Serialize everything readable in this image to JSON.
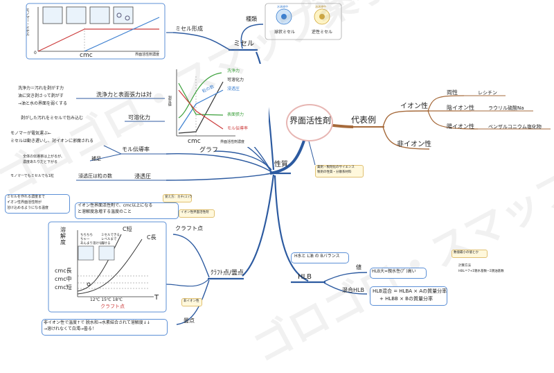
{
  "watermark": "ゴロゴロ・スマップ薬学",
  "root": {
    "label": "界面活性剤"
  },
  "representative": {
    "label": "代表例",
    "ionic": "イオン性",
    "amphoteric": "両性",
    "amphoteric_ex": "レシチン",
    "anionic": "陰イオン性",
    "anionic_ex": "ラウリル硫酸Na",
    "cationic": "陽イオン性",
    "cationic_ex": "ベンザルコニウム塩化物",
    "nonionic": "非イオン性"
  },
  "micelle": {
    "label": "ミセル",
    "types_label": "種類",
    "formation_label": "ミセル形成",
    "spherical": "球状ミセル",
    "reverse": "逆性ミセル",
    "graph_xlabel": "cmc",
    "graph_xaxis": "界面活性剤濃度",
    "graph_ylabel": "モノマー・ミセル",
    "graph_origin": "0",
    "spherical_tag": "水溶液中",
    "reverse_tag": "油溶液中"
  },
  "properties": {
    "label": "性質",
    "graph_label": "グラフ",
    "surface_tension_label": "洗浄力と表面張力は対",
    "surface_tension_note": [
      "洗浄力＝汚れを剥がす力",
      "油に突き剥さって剥がす",
      "→油と水の界面を弱くする"
    ],
    "solubilizing_label": "可溶化力",
    "solubilizing_note": "剥がした汚れをミセルで包み込む",
    "molar_cond_label": "モル伝導率",
    "molar_cond_note": [
      "モノマーが電気運ぶ←",
      "ミセルは動き遅いし、対イオンに邪魔される"
    ],
    "supplement_label": "補足",
    "supplement_note": [
      "全体の伝導率は上がるが、",
      "濃度あたりだと下がる"
    ],
    "osmotic_label": "浸透圧",
    "osmotic_note": "浸透圧は粒の数",
    "osmotic_note2": "モノマーでもミセルでも1粒",
    "note_box": [
      "薬剤・製剤化のサイエンス",
      "製剤の性質・分散系材料"
    ],
    "graph": {
      "ylabel": "測定値",
      "xlabel": "cmc",
      "xaxis": "界面活性剤濃度",
      "particles": "粒の数",
      "series": [
        "洗浄力",
        "可溶化力",
        "浸透圧",
        "表面張力",
        "モル伝導率"
      ]
    }
  },
  "krafft": {
    "label": "ｸﾗﾌﾄ点/曇点",
    "krafft_label": "クラフト点",
    "krafft_def": [
      "イオン性界面活性剤で、cmc以上になる",
      "と溶解度急増する温度のこと"
    ],
    "krafft_note": [
      "ミセルを作れる濃度まで",
      "イオン性界面活性剤が",
      "溶け込めるようになる温度"
    ],
    "tag1": "覚え方：カチ(ミ)ラ",
    "tag2": "イオン性界面活性剤",
    "cloud_label": "曇点",
    "cloud_tag": "非イオン性",
    "cloud_def": [
      "非イオン性で温度↑で 脱水和→水素結合されて溶解度↓↓",
      "→溶けれなくて白濁→曇る！"
    ],
    "graph": {
      "ylabel": "溶解度",
      "c_short": "C短",
      "c_long": "C長",
      "cmc_long": "cmc長",
      "cmc_mid": "cmc中",
      "cmc_short": "cmc短",
      "t_label": "T",
      "ticks": "12℃  15℃  18℃",
      "krafft_pt": "クラフト点",
      "bubble1": [
        "ちちちち",
        "ちゃー",
        "あんまり溶けない"
      ],
      "bubble2": [
        "ミセルできる",
        "レベルまで",
        "溶ける"
      ]
    }
  },
  "hlb": {
    "label": "HLB",
    "value_label": "値",
    "balance": "H水と L油 の Bバランス",
    "big": "HLB大=親水性(ｱﾞ)高い",
    "note1": "数値最小の値とか",
    "calc": [
      "計算方法",
      "HBL＝7+Σ親水基数−Σ親油基数"
    ],
    "mix_label": "混合HLB",
    "mix_formula": [
      "HLB混合 = HLBA × Aの質量分率",
      "+ HLBB × Bの質量分率"
    ]
  }
}
